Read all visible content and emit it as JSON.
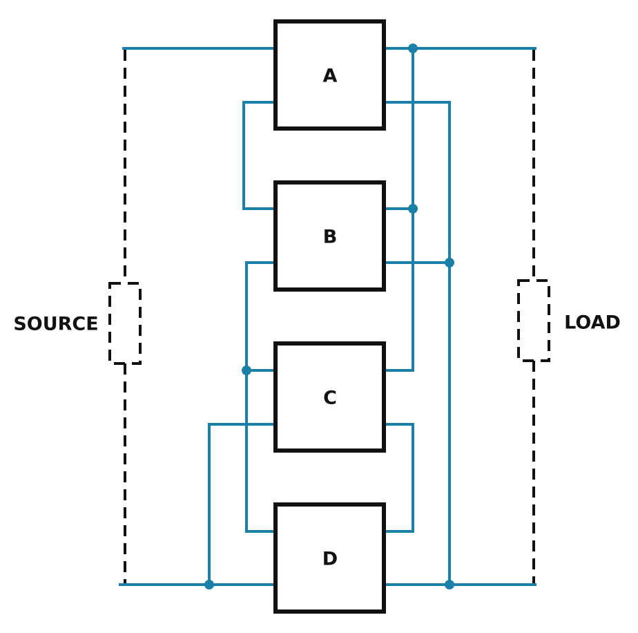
{
  "colors": {
    "wire": "#1a80a8",
    "outline": "#111111",
    "background": "#ffffff"
  },
  "blocks": [
    {
      "id": "a",
      "label": "A"
    },
    {
      "id": "b",
      "label": "B"
    },
    {
      "id": "c",
      "label": "C"
    },
    {
      "id": "d",
      "label": "D"
    }
  ],
  "source": {
    "label": "SOURCE"
  },
  "load": {
    "label": "LOAD"
  }
}
